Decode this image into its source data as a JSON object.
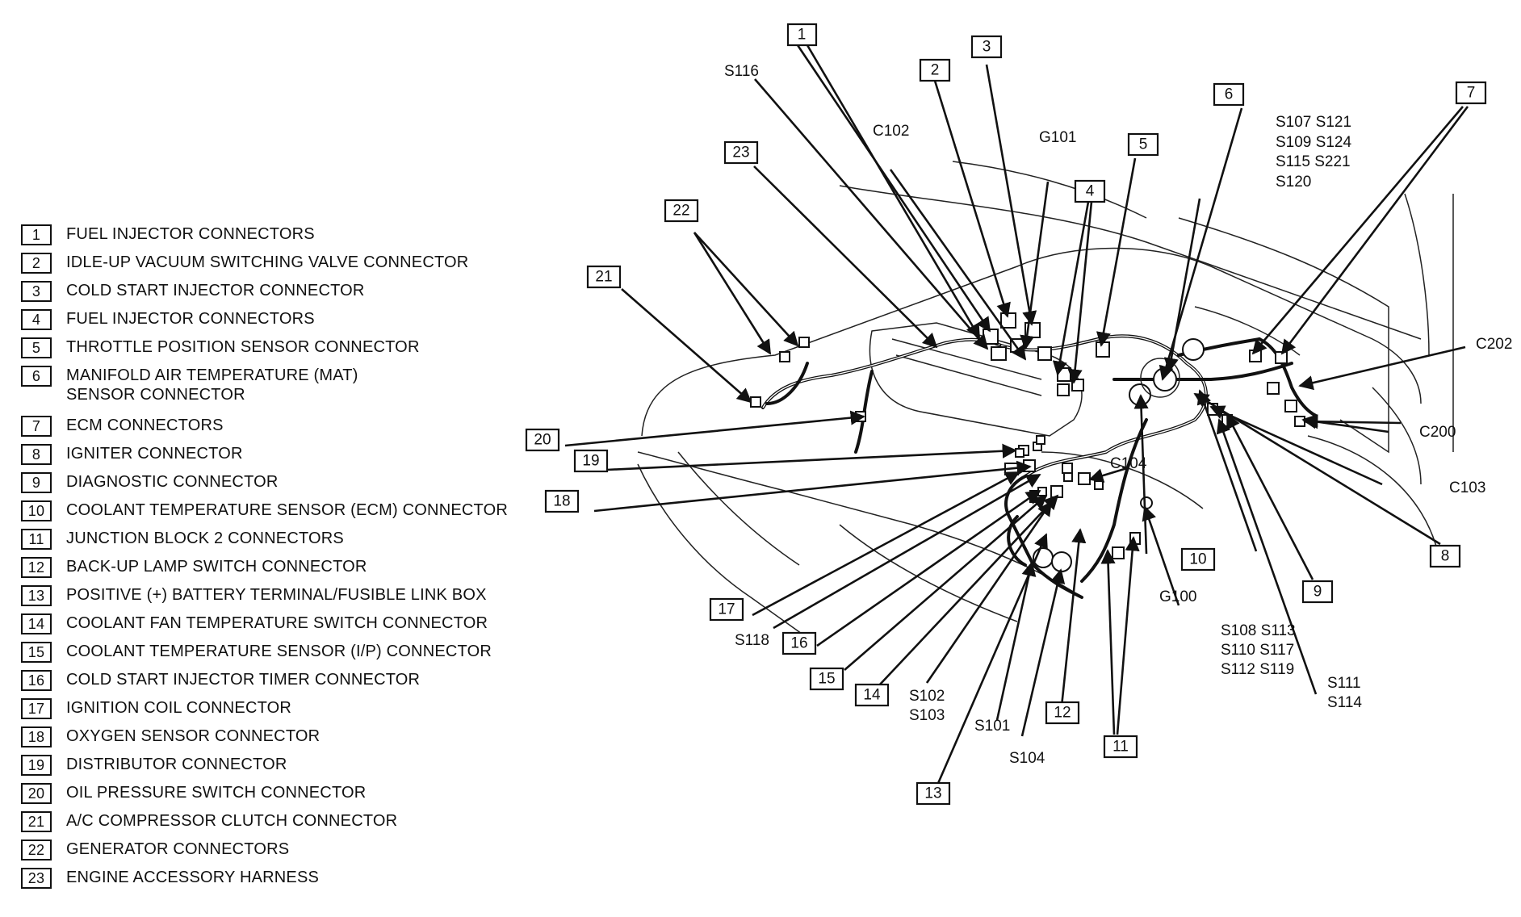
{
  "legend": [
    {
      "n": "1",
      "label": "FUEL INJECTOR CONNECTORS"
    },
    {
      "n": "2",
      "label": "IDLE-UP VACUUM SWITCHING VALVE CONNECTOR"
    },
    {
      "n": "3",
      "label": "COLD START INJECTOR CONNECTOR"
    },
    {
      "n": "4",
      "label": "FUEL INJECTOR CONNECTORS"
    },
    {
      "n": "5",
      "label": "THROTTLE POSITION SENSOR CONNECTOR"
    },
    {
      "n": "6",
      "label": "MANIFOLD AIR TEMPERATURE (MAT)\nSENSOR CONNECTOR"
    },
    {
      "n": "7",
      "label": "ECM CONNECTORS"
    },
    {
      "n": "8",
      "label": "IGNITER CONNECTOR"
    },
    {
      "n": "9",
      "label": "DIAGNOSTIC CONNECTOR"
    },
    {
      "n": "10",
      "label": "COOLANT TEMPERATURE SENSOR (ECM) CONNECTOR"
    },
    {
      "n": "11",
      "label": "JUNCTION BLOCK 2 CONNECTORS"
    },
    {
      "n": "12",
      "label": "BACK-UP LAMP SWITCH CONNECTOR"
    },
    {
      "n": "13",
      "label": "POSITIVE (+) BATTERY TERMINAL/FUSIBLE LINK BOX"
    },
    {
      "n": "14",
      "label": "COOLANT FAN TEMPERATURE SWITCH CONNECTOR"
    },
    {
      "n": "15",
      "label": "COOLANT TEMPERATURE SENSOR (I/P) CONNECTOR"
    },
    {
      "n": "16",
      "label": "COLD START INJECTOR TIMER CONNECTOR"
    },
    {
      "n": "17",
      "label": "IGNITION COIL CONNECTOR"
    },
    {
      "n": "18",
      "label": "OXYGEN SENSOR CONNECTOR"
    },
    {
      "n": "19",
      "label": "DISTRIBUTOR CONNECTOR"
    },
    {
      "n": "20",
      "label": "OIL PRESSURE SWITCH CONNECTOR"
    },
    {
      "n": "21",
      "label": "A/C COMPRESSOR CLUTCH CONNECTOR"
    },
    {
      "n": "22",
      "label": "GENERATOR CONNECTORS"
    },
    {
      "n": "23",
      "label": "ENGINE ACCESSORY HARNESS"
    }
  ],
  "splices": {
    "s116": "S116",
    "c102": "C102",
    "g101": "G101",
    "ecm_group": [
      "S107  S121",
      "S109  S124",
      "S115  S221",
      "S120"
    ],
    "c202": "C202",
    "c200": "C200",
    "c103": "C103",
    "c104": "C104",
    "g100": "G100",
    "s108_group": [
      "S108  S113",
      "S110  S117",
      "S112  S119"
    ],
    "s111_group": [
      "S111",
      "S114"
    ],
    "s118": "S118",
    "s102_group": [
      "S102",
      "S103"
    ],
    "s101": "S101",
    "s104": "S104"
  }
}
